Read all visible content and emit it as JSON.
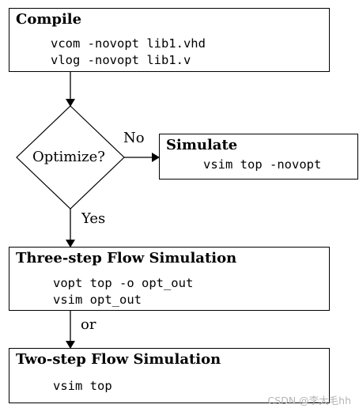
{
  "compile": {
    "title": "Compile",
    "lines": [
      "vcom -novopt lib1.vhd",
      "vlog -novopt lib1.v"
    ]
  },
  "decision": {
    "label": "Optimize?",
    "no_label": "No",
    "yes_label": "Yes"
  },
  "simulate": {
    "title": "Simulate",
    "lines": [
      "vsim top -novopt"
    ]
  },
  "three_step": {
    "title": "Three-step Flow Simulation",
    "lines": [
      "vopt top -o opt_out",
      "vsim opt_out"
    ]
  },
  "or_label": "or",
  "two_step": {
    "title": "Two-step Flow Simulation",
    "lines": [
      "vsim top"
    ]
  },
  "watermark": "CSDN @李大毛hh"
}
